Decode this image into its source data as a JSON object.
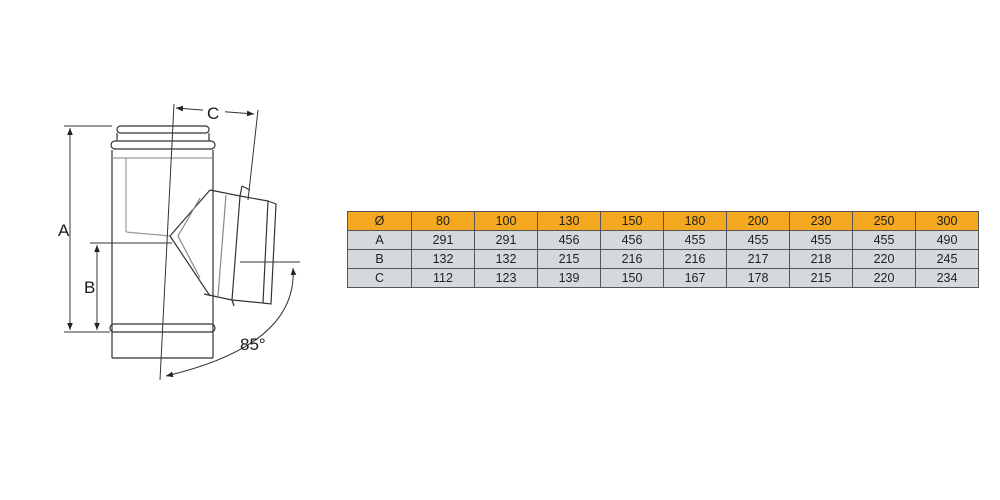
{
  "drawing": {
    "labels": {
      "a": "A",
      "b": "B",
      "c": "C",
      "angle": "85°"
    }
  },
  "table": {
    "header": [
      "Ø",
      "80",
      "100",
      "130",
      "150",
      "180",
      "200",
      "230",
      "250",
      "300"
    ],
    "rows": [
      [
        "A",
        "291",
        "291",
        "456",
        "456",
        "455",
        "455",
        "455",
        "455",
        "490"
      ],
      [
        "B",
        "132",
        "132",
        "215",
        "216",
        "216",
        "217",
        "218",
        "220",
        "245"
      ],
      [
        "C",
        "112",
        "123",
        "139",
        "150",
        "167",
        "178",
        "215",
        "220",
        "234"
      ]
    ]
  },
  "colors": {
    "header_bg": "#f4a81f",
    "row_bg": "#d6d9dc",
    "line": "#333333"
  }
}
